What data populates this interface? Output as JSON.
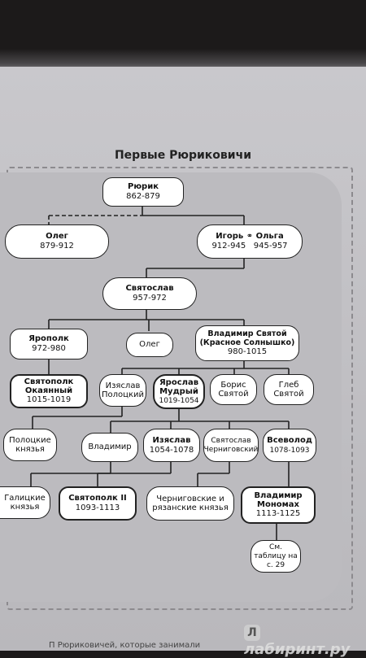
{
  "title": "Первые Рюриковичи",
  "nodes": {
    "rurik": {
      "name": "Рюрик",
      "dates": "862-879"
    },
    "oleg_prophet": {
      "name": "Олег",
      "dates": "879-912"
    },
    "igor_olga": {
      "name": "Игорь ⚭ Ольга",
      "dates": "912-945   945-957"
    },
    "svyatoslav": {
      "name": "Святослав",
      "dates": "957-972"
    },
    "yaropolk": {
      "name": "Ярополк",
      "dates": "972-980"
    },
    "oleg2": {
      "name": "Олег",
      "dates": ""
    },
    "vladimir_saint": {
      "name": "Владимир Святой (Красное Солнышко)",
      "dates": "980-1015"
    },
    "svyatopolk_cursed": {
      "name": "Святополк Окаянный",
      "dates": "1015-1019"
    },
    "izyaslav_polotsk": {
      "name": "Изяслав Полоцкий",
      "dates": ""
    },
    "yaroslav_wise": {
      "name": "Ярослав Мудрый",
      "dates": "1019-1054"
    },
    "boris": {
      "name": "Борис Святой",
      "dates": ""
    },
    "gleb": {
      "name": "Глеб Святой",
      "dates": ""
    },
    "polotsk_princes": {
      "name": "Полоцкие князья",
      "dates": ""
    },
    "vladimir2": {
      "name": "Владимир",
      "dates": ""
    },
    "izyaslav2": {
      "name": "Изяслав",
      "dates": "1054-1078"
    },
    "svyatoslav_chern": {
      "name": "Святослав Черниговский",
      "dates": ""
    },
    "vsevolod": {
      "name": "Всеволод",
      "dates": "1078-1093"
    },
    "galician_princes": {
      "name": "Галицкие князья",
      "dates": ""
    },
    "svyatopolk2": {
      "name": "Святополк II",
      "dates": "1093-1113"
    },
    "chernigov_ryazan": {
      "name": "Черниговские и рязанские князья",
      "dates": ""
    },
    "vladimir_monomakh": {
      "name": "Владимир Мономах",
      "dates": "1113-1125"
    },
    "see_table": {
      "name": "См. таблицу на с. 29",
      "dates": ""
    }
  },
  "watermark": "лабиринт.ру",
  "watermark_logo": "Л",
  "bottom_text": "П                   Рюриковичей, которые занимали"
}
